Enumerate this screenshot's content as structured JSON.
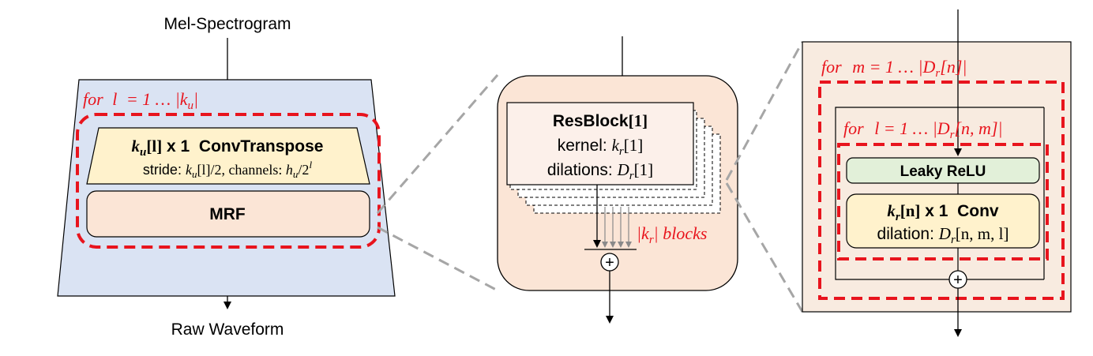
{
  "left": {
    "input_label": "Mel-Spectrogram",
    "output_label": "Raw Waveform",
    "loop_keyword": "for",
    "loop_var": "l",
    "loop_range": "= 1 … |",
    "loop_k": "k",
    "loop_k_sub": "u",
    "loop_end": "|",
    "convt_k": "k",
    "convt_k_sub": "u",
    "convt_k_idx": "[l]",
    "convt_mult": " x 1  ConvTranspose",
    "convt_stride_label": "stride: ",
    "convt_stride_k": "k",
    "convt_stride_sub": "u",
    "convt_stride_rest": "[l]/2, channels: ",
    "convt_ch_h": "h",
    "convt_ch_sub": "u",
    "convt_ch_rest": "/2",
    "convt_ch_sup": "l",
    "mrf_label": "MRF"
  },
  "middle": {
    "res_title": "ResBlock",
    "res_idx": "[1]",
    "kernel_label": "kernel: ",
    "kernel_k": "k",
    "kernel_sub": "r",
    "kernel_idx": "[1]",
    "dil_label": "dilations: ",
    "dil_D": "D",
    "dil_sub": "r",
    "dil_idx": "[1]",
    "blocks_k": "|k",
    "blocks_sub": "r",
    "blocks_rest": "| blocks",
    "sum_symbol": "+"
  },
  "right": {
    "loop_m_keyword": "for",
    "loop_m_text": "m = 1 … |D",
    "loop_m_sub": "r",
    "loop_m_end": "[n]|",
    "loop_l_keyword": "for",
    "loop_l_text": "l = 1  … |D",
    "loop_l_sub": "r",
    "loop_l_end": "[n, m]|",
    "leaky_label": "Leaky ReLU",
    "conv_k": "k",
    "conv_k_sub": "r",
    "conv_k_idx": "[n]",
    "conv_rest": " x 1  Conv",
    "conv_dil_label": "dilation: ",
    "conv_dil_D": "D",
    "conv_dil_sub": "r",
    "conv_dil_idx": "[n, m, l]",
    "sum_symbol": "+"
  },
  "colors": {
    "left_bg": "#dae3f3",
    "module_bg": "#fbe5d6",
    "convt_bg": "#fff2cc",
    "leaky_bg": "#e2f0d9",
    "loop_red": "#e8141d",
    "dashed_gray": "#a6a6a6",
    "right_bg": "#f8ebe0"
  }
}
